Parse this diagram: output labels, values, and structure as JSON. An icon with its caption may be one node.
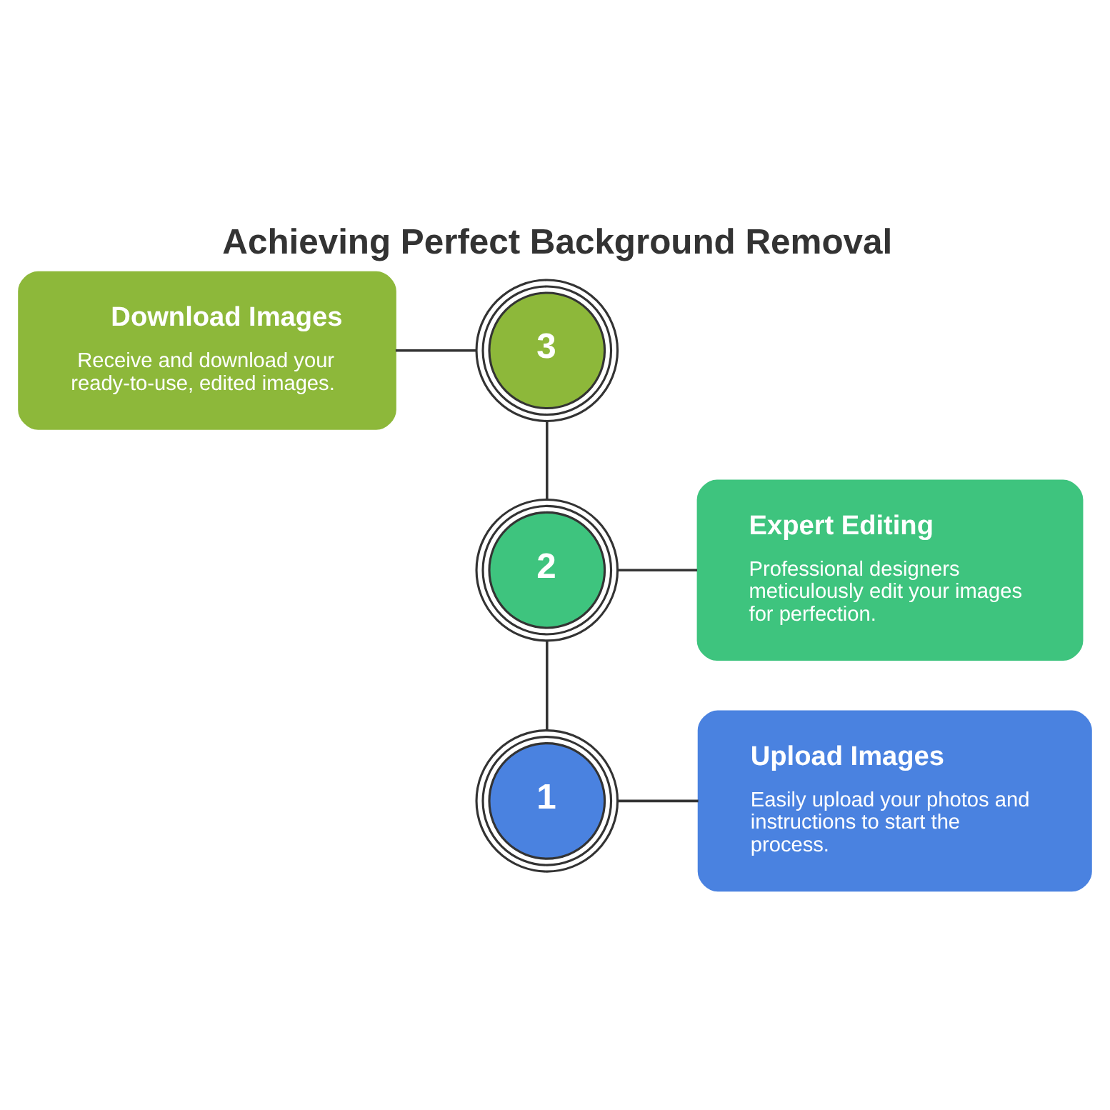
{
  "diagram": {
    "title": "Achieving Perfect Background Removal",
    "nodes": [
      {
        "text": [
          "Download Images",
          "Receive and download your ready-to-use, edited images."
        ]
      },
      {
        "text": [
          "3"
        ]
      },
      {
        "text": [
          "2"
        ]
      },
      {
        "text": [
          "Expert Editing",
          "Professional designers meticulously edit your images for perfection."
        ]
      },
      {
        "text": [
          "1"
        ]
      },
      {
        "text": [
          "Upload Images",
          "Easily upload your photos and instructions to start the process."
        ]
      }
    ],
    "edges": [
      {
        "from": 0,
        "to": 1,
        "arrow": "none"
      },
      {
        "from": 1,
        "to": 2,
        "arrow": "none"
      },
      {
        "from": 2,
        "to": 3,
        "arrow": "none"
      },
      {
        "from": 2,
        "to": 4,
        "arrow": "none"
      },
      {
        "from": 4,
        "to": 5,
        "arrow": "none"
      }
    ]
  }
}
